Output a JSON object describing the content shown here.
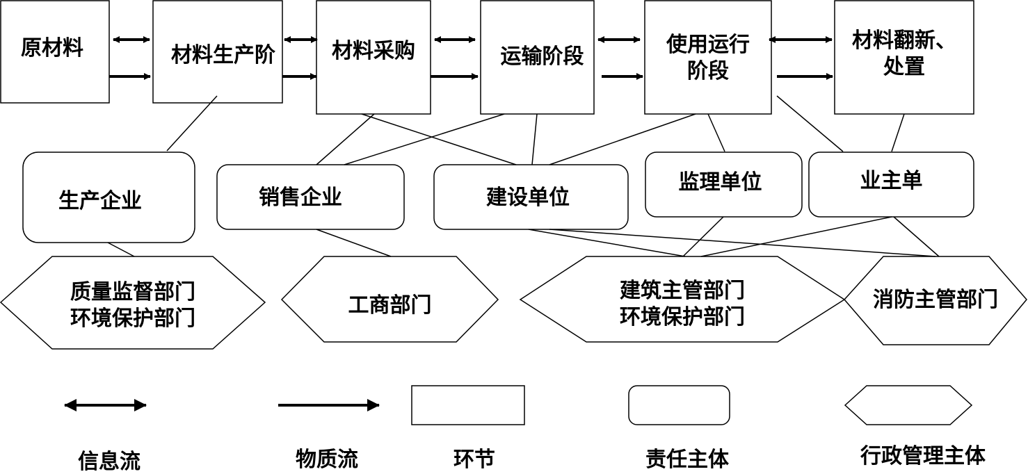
{
  "stages": {
    "raw_material": "原材料",
    "material_production": "材料生产阶",
    "material_purchase": "材料采购",
    "transport": "运输阶段",
    "operation": "使用运行\n阶段",
    "renewal": "材料翻新、\n处置"
  },
  "entities": {
    "producer": "生产企业",
    "seller": "销售企业",
    "builder": "建设单位",
    "supervisor": "监理单位",
    "owner": "业主单"
  },
  "authorities": {
    "quality_env": "质量监督部门\n环境保护部门",
    "commerce": "工商部门",
    "construction_env": "建筑主管部门\n环境保护部门",
    "fire": "消防主管部门"
  },
  "legend": {
    "info_flow": "信息流",
    "material_flow": "物质流",
    "stage": "环节",
    "responsible_party": "责任主体",
    "admin_body": "行政管理主体"
  }
}
